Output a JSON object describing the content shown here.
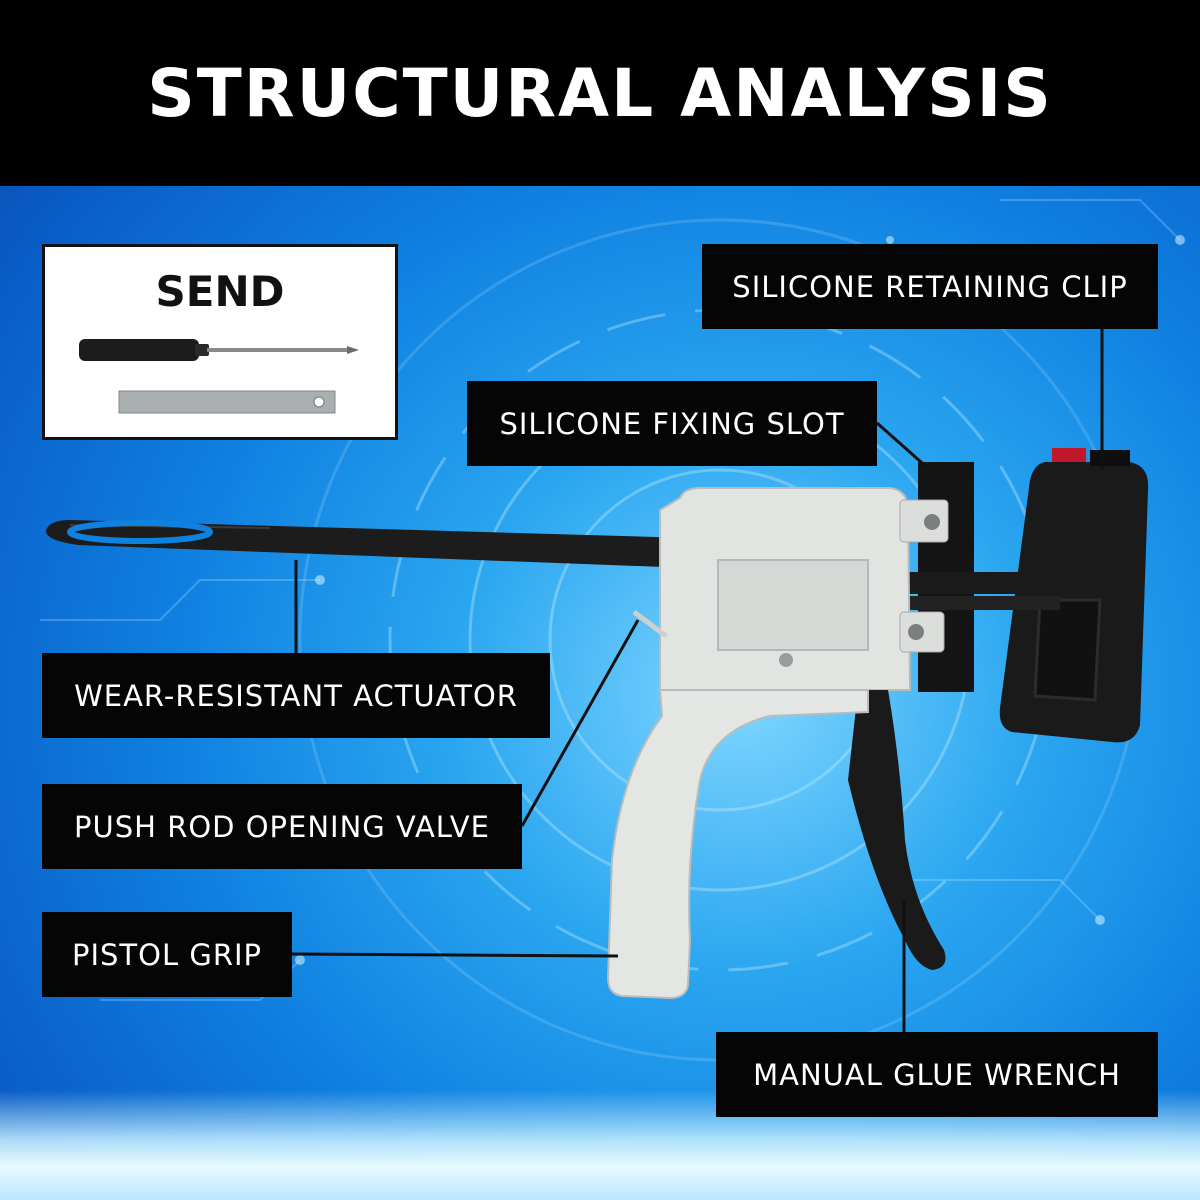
{
  "title": "STRUCTURAL ANALYSIS",
  "send": {
    "title": "SEND",
    "items": [
      "screwdriver-icon",
      "metal-bar-icon"
    ]
  },
  "callouts": {
    "retaining_clip": "SILICONE RETAINING CLIP",
    "fixing_slot": "SILICONE FIXING SLOT",
    "actuator": "WEAR-RESISTANT ACTUATOR",
    "valve": "PUSH ROD OPENING VALVE",
    "grip": "PISTOL GRIP",
    "wrench": "MANUAL GLUE WRENCH"
  },
  "colors": {
    "header_bg": "#000000",
    "callout_bg": "#050505",
    "background_blue": "#0f7fe0",
    "gun_body": "#e2e4e2",
    "gun_black": "#1a1a1a"
  }
}
